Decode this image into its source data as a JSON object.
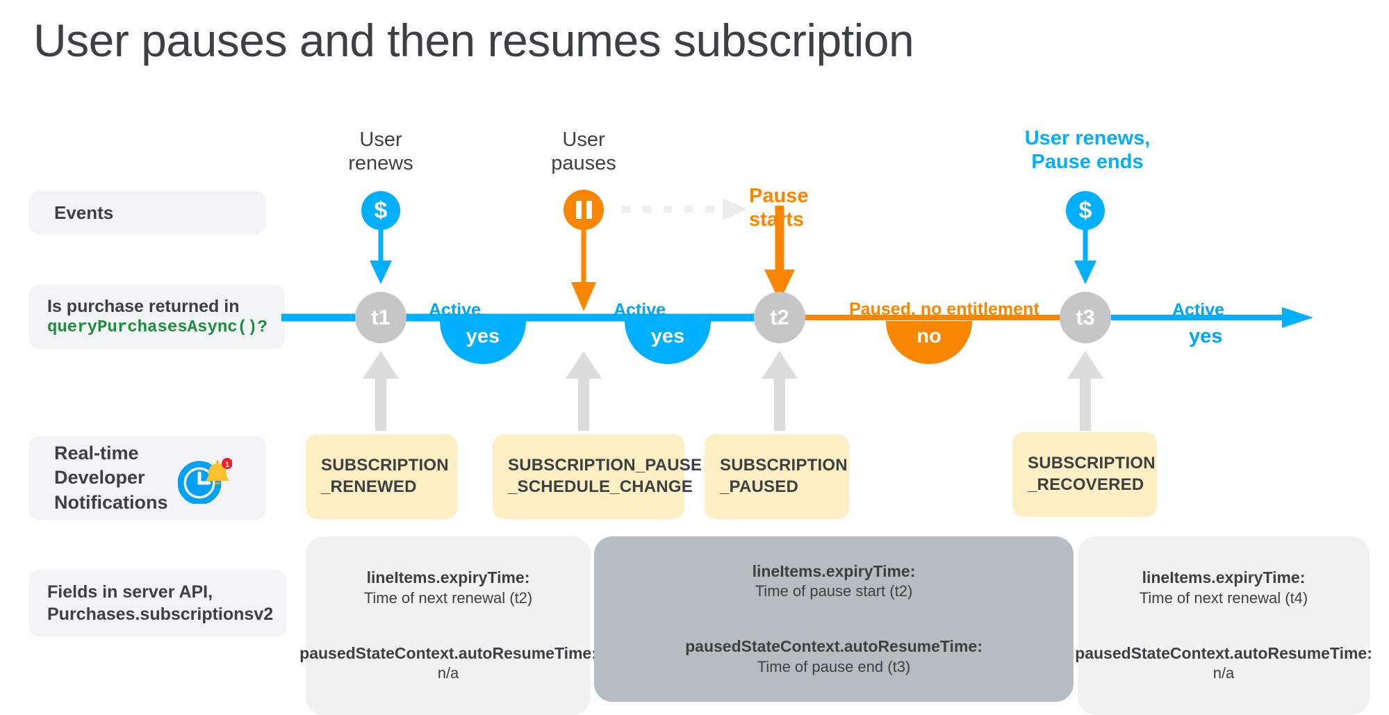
{
  "title": "User pauses and then resumes subscription",
  "colors": {
    "blue": "#00b0ff",
    "blue_text": "#00a6f5",
    "orange": "#f98600",
    "gray_node": "#c6c6c6",
    "gray_arrow": "#dcdcdc",
    "chip_bg": "#f1f3f4",
    "rtdn_bg": "#fdefc3",
    "field_light": "#f1f1f1",
    "field_dark": "#b5bcc2",
    "code_green": "#1e8e3e",
    "badge_red": "#e8222b",
    "bell_yellow": "#fbc02d"
  },
  "row_labels": {
    "events": "Events",
    "query_line1": "Is purchase returned in",
    "query_code": "queryPurchasesAsync()?",
    "rtdn_line1": "Real-time",
    "rtdn_line2": "Developer",
    "rtdn_line3": "Notifications",
    "rtdn_icon": "clock-bell-notification-icon",
    "rtdn_badge": "1",
    "fields_line1": "Fields in server API,",
    "fields_line2": "Purchases.subscriptionsv2"
  },
  "events": [
    {
      "id": "user-renews-1",
      "label_line1": "User",
      "label_line2": "renews",
      "icon": "dollar-icon",
      "glyph": "$",
      "color": "blue",
      "label_color": "#3c4043"
    },
    {
      "id": "user-pauses",
      "label_line1": "User",
      "label_line2": "pauses",
      "icon": "pause-icon",
      "glyph": "||",
      "color": "orange",
      "label_color": "#3c4043"
    },
    {
      "id": "pause-starts",
      "label_line1": "Pause",
      "label_line2": "starts",
      "icon": "arrow-down-icon",
      "glyph": "",
      "color": "orange",
      "label_color": "#f98600"
    },
    {
      "id": "user-renews-2",
      "label_line1": "User renews,",
      "label_line2": "Pause ends",
      "icon": "dollar-icon",
      "glyph": "$",
      "color": "blue",
      "label_color": "#00b0ff"
    }
  ],
  "timeline": {
    "nodes": [
      "t1",
      "t2",
      "t3"
    ],
    "segments": [
      {
        "state": "Active",
        "answer": "yes",
        "color": "blue"
      },
      {
        "state": "Active",
        "answer": "yes",
        "color": "blue"
      },
      {
        "state": "Paused, no entitlement",
        "answer": "no",
        "color": "orange"
      },
      {
        "state": "Active",
        "answer": "yes",
        "color": "blue"
      }
    ]
  },
  "rtdn_cards": [
    {
      "line1": "SUBSCRIPTION",
      "line2": "_RENEWED"
    },
    {
      "line1": "SUBSCRIPTION_PAUSE",
      "line2": "_SCHEDULE_CHANGE"
    },
    {
      "line1": "SUBSCRIPTION",
      "line2": "_PAUSED"
    },
    {
      "line1": "SUBSCRIPTION",
      "line2": "_RECOVERED"
    }
  ],
  "field_cards": [
    {
      "tone": "light",
      "expiry_key": "lineItems.expiryTime:",
      "expiry_val": "Time of next renewal (t2)",
      "resume_key": "pausedStateContext.autoResumeTime:",
      "resume_val": "n/a"
    },
    {
      "tone": "dark",
      "expiry_key": "lineItems.expiryTime:",
      "expiry_val": "Time of pause start (t2)",
      "resume_key": "pausedStateContext.autoResumeTime:",
      "resume_val": "Time of pause end (t3)"
    },
    {
      "tone": "light",
      "expiry_key": "lineItems.expiryTime:",
      "expiry_val": "Time of next renewal (t4)",
      "resume_key": "pausedStateContext.autoResumeTime:",
      "resume_val": "n/a"
    }
  ]
}
